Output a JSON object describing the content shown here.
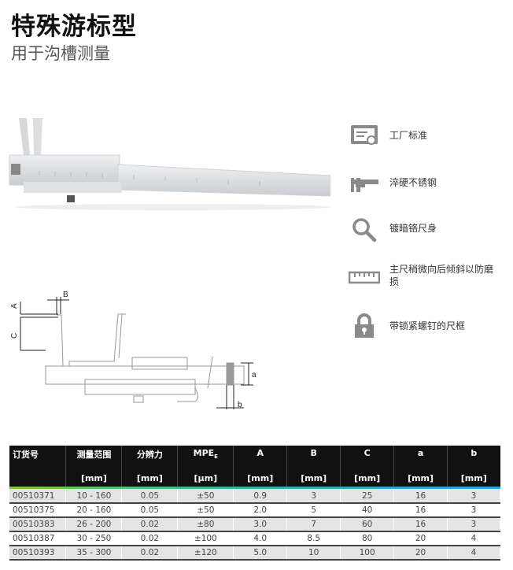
{
  "header": {
    "title": "特殊游标型",
    "subtitle": "用于沟槽测量"
  },
  "features": [
    {
      "icon": "certificate-icon",
      "label": "工厂标准"
    },
    {
      "icon": "caliper-icon",
      "label": "淬硬不锈钢"
    },
    {
      "icon": "magnifier-icon",
      "label": "镀暗铬尺身"
    },
    {
      "icon": "ruler-icon",
      "label": "主尺稍微向后倾斜以防磨损"
    },
    {
      "icon": "lock-icon",
      "label": "带锁紧螺钉的尺框"
    }
  ],
  "diagram": {
    "labels": {
      "A": "A",
      "B": "B",
      "C": "C",
      "a": "a",
      "b": "b"
    }
  },
  "table": {
    "columns": [
      {
        "name": "订货号",
        "unit": ""
      },
      {
        "name": "测量范围",
        "unit": "[mm]"
      },
      {
        "name": "分辨力",
        "unit": "[mm]"
      },
      {
        "name": "MPE",
        "sub": "E",
        "unit": "[µm]"
      },
      {
        "name": "A",
        "unit": "[mm]"
      },
      {
        "name": "B",
        "unit": "[mm]"
      },
      {
        "name": "C",
        "unit": "[mm]"
      },
      {
        "name": "a",
        "unit": "[mm]"
      },
      {
        "name": "b",
        "unit": "[mm]"
      }
    ],
    "rows": [
      [
        "00510371",
        "10 - 160",
        "0.05",
        "±50",
        "0.9",
        "3",
        "25",
        "16",
        "3"
      ],
      [
        "00510375",
        "20 - 160",
        "0.05",
        "±50",
        "2.0",
        "5",
        "40",
        "16",
        "3"
      ],
      [
        "00510383",
        "26 - 200",
        "0.02",
        "±80",
        "3.0",
        "7",
        "60",
        "16",
        "3"
      ],
      [
        "00510387",
        "30 - 250",
        "0.02",
        "±100",
        "4.0",
        "8.5",
        "80",
        "20",
        "4"
      ],
      [
        "00510393",
        "35 - 300",
        "0.02",
        "±120",
        "5.0",
        "10",
        "100",
        "20",
        "4"
      ]
    ]
  },
  "colors": {
    "header_bg": "#111111",
    "icon_gray": "#8a8a8a",
    "row_alt": "#e4e4e4"
  }
}
